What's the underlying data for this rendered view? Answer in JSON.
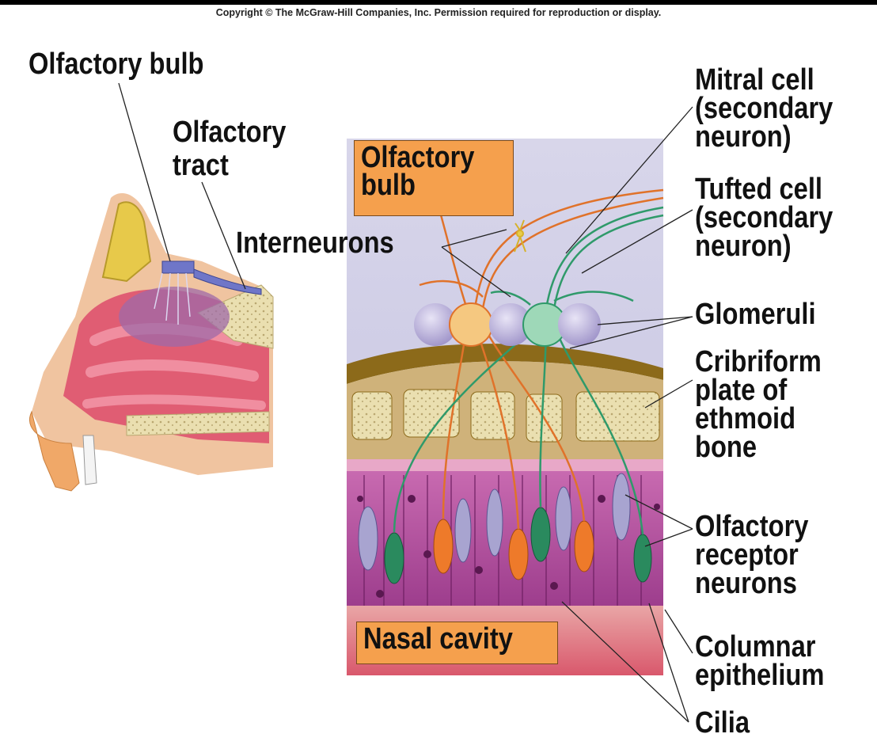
{
  "copyright": "Copyright © The McGraw-Hill Companies, Inc. Permission required for reproduction or display.",
  "labels": {
    "olfactory_bulb_outer": "Olfactory bulb",
    "olfactory_tract_line1": "Olfactory",
    "olfactory_tract_line2": "tract",
    "olfactory_bulb_box_line1": "Olfactory",
    "olfactory_bulb_box_line2": "bulb",
    "interneurons": "Interneurons",
    "mitral_line1": "Mitral cell",
    "mitral_line2": "(secondary",
    "mitral_line3": "neuron)",
    "tufted_line1": "Tufted cell",
    "tufted_line2": "(secondary",
    "tufted_line3": "neuron)",
    "glomeruli": "Glomeruli",
    "cribriform_line1": "Cribriform",
    "cribriform_line2": "plate of",
    "cribriform_line3": "ethmoid",
    "cribriform_line4": "bone",
    "receptor_line1": "Olfactory",
    "receptor_line2": "receptor",
    "receptor_line3": "neurons",
    "columnar_line1": "Columnar",
    "columnar_line2": "epithelium",
    "cilia": "Cilia",
    "nasal_cavity": "Nasal cavity"
  },
  "colors": {
    "bulb_box": "#f5a04d",
    "bulb_region": "#dcdcea",
    "bone": "#e8dcaa",
    "epithelium": "#a03a8c",
    "mitral_neuron": "#e0722a",
    "tufted_neuron": "#2f9a6a",
    "glomerulus": "#b4a8d8"
  }
}
